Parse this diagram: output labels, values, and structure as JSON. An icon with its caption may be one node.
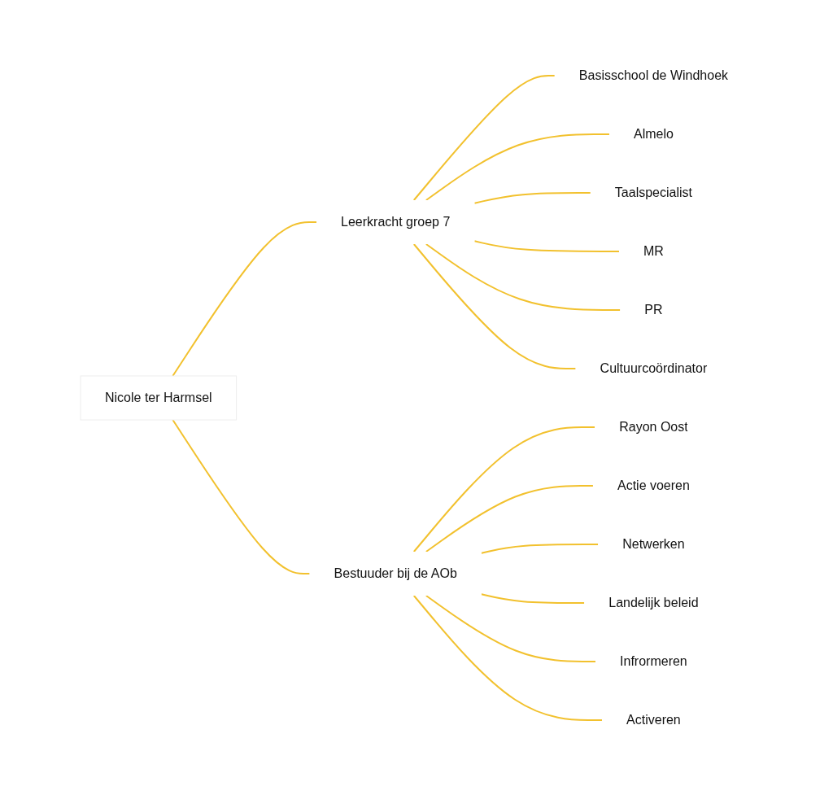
{
  "diagram": {
    "nodes": [
      {
        "text": [
          "Nicole ter Harmsel"
        ]
      },
      {
        "text": [
          "Leerkracht groep 7"
        ]
      },
      {
        "text": [
          "Basisschool de Windhoek"
        ]
      },
      {
        "text": [
          "Almelo"
        ]
      },
      {
        "text": [
          "Taalspecialist"
        ]
      },
      {
        "text": [
          "MR"
        ]
      },
      {
        "text": [
          "PR"
        ]
      },
      {
        "text": [
          "Cultuurcoördinator"
        ]
      },
      {
        "text": [
          "Bestuuder bij de AOb"
        ]
      },
      {
        "text": [
          "Rayon Oost"
        ]
      },
      {
        "text": [
          "Actie voeren"
        ]
      },
      {
        "text": [
          "Netwerken"
        ]
      },
      {
        "text": [
          "Landelijk beleid"
        ]
      },
      {
        "text": [
          "Infrormeren"
        ]
      },
      {
        "text": [
          "Activeren"
        ]
      }
    ],
    "edges": [
      {
        "from": 0,
        "to": 1,
        "arrow": "none"
      },
      {
        "from": 1,
        "to": 2,
        "arrow": "none"
      },
      {
        "from": 1,
        "to": 3,
        "arrow": "none"
      },
      {
        "from": 1,
        "to": 4,
        "arrow": "none"
      },
      {
        "from": 1,
        "to": 5,
        "arrow": "none"
      },
      {
        "from": 1,
        "to": 6,
        "arrow": "none"
      },
      {
        "from": 1,
        "to": 7,
        "arrow": "none"
      },
      {
        "from": 0,
        "to": 8,
        "arrow": "none"
      },
      {
        "from": 8,
        "to": 9,
        "arrow": "none"
      },
      {
        "from": 8,
        "to": 10,
        "arrow": "none"
      },
      {
        "from": 8,
        "to": 11,
        "arrow": "none"
      },
      {
        "from": 8,
        "to": 12,
        "arrow": "none"
      },
      {
        "from": 8,
        "to": 13,
        "arrow": "none"
      },
      {
        "from": 8,
        "to": 14,
        "arrow": "none"
      }
    ]
  }
}
